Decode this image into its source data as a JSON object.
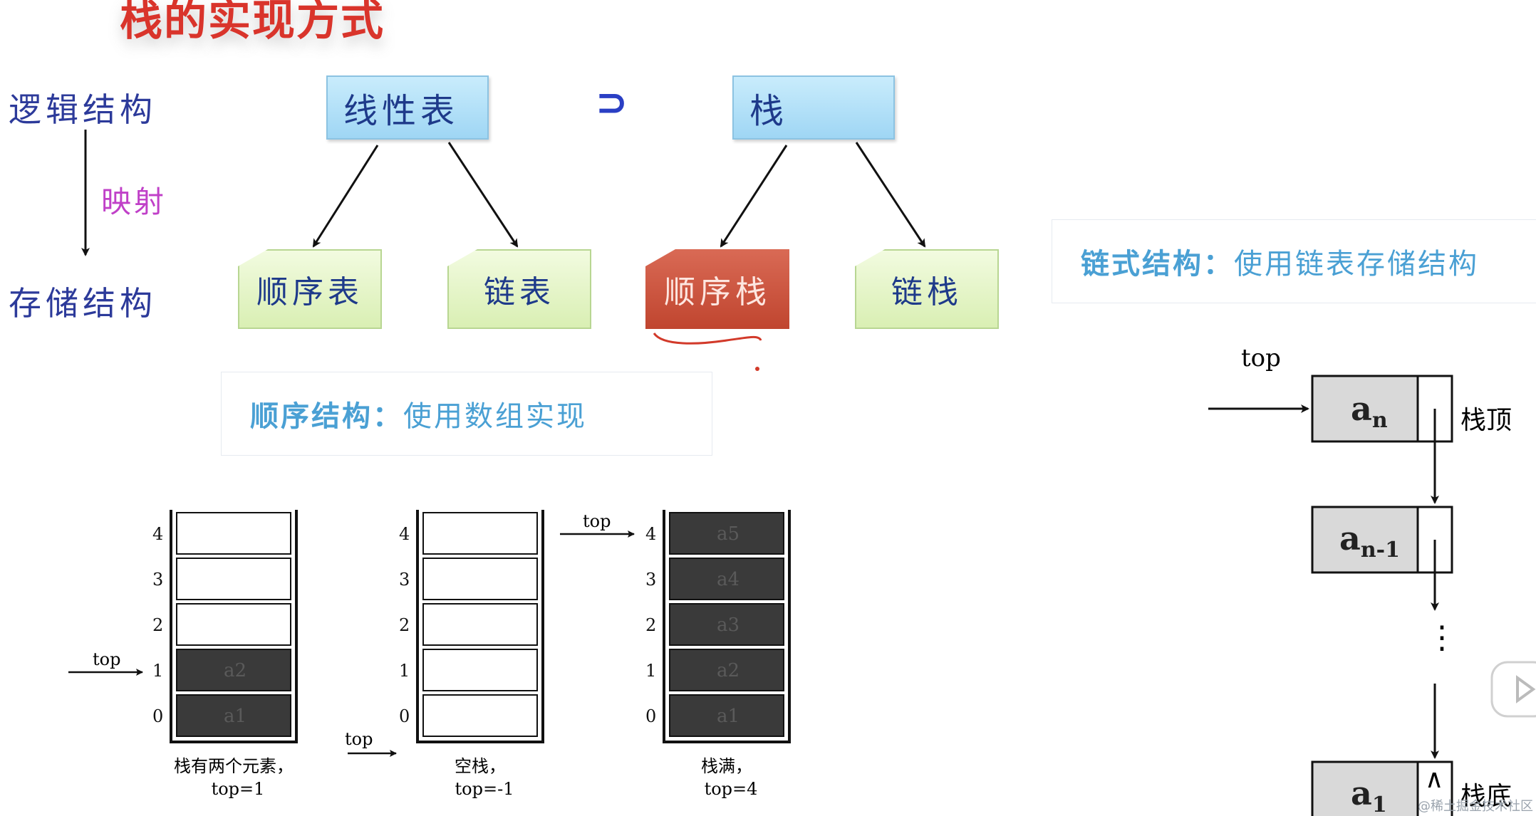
{
  "title": "栈的实现方式",
  "left_labels": {
    "logical": "逻辑结构",
    "mapping": "映射",
    "storage": "存储结构"
  },
  "top_boxes": {
    "linear_list": "线性表",
    "superset_symbol": "⊃",
    "stack": "栈"
  },
  "bottom_boxes": {
    "seq_list": "顺序表",
    "linked_list": "链表",
    "seq_stack": "顺序栈",
    "linked_stack": "链栈"
  },
  "notes": {
    "sequential": {
      "key": "顺序结构：",
      "value": "使用数组实现"
    },
    "linked": {
      "key": "链式结构：",
      "value": "使用链表存储结构"
    }
  },
  "seq_figure": {
    "indices": [
      "4",
      "3",
      "2",
      "1",
      "0"
    ],
    "top_label": "top",
    "stacks": [
      {
        "cells": [
          "",
          "",
          "",
          "a2",
          "a1"
        ],
        "caption1": "栈有两个元素，",
        "caption2": "top=1"
      },
      {
        "cells": [
          "",
          "",
          "",
          "",
          ""
        ],
        "caption1": "空栈，",
        "caption2": "top=-1"
      },
      {
        "cells": [
          "a5",
          "a4",
          "a3",
          "a2",
          "a1"
        ],
        "caption1": "栈满，",
        "caption2": "top=4"
      }
    ]
  },
  "linked_figure": {
    "top_label": "top",
    "nodes": [
      "an",
      "an-1",
      "a1"
    ],
    "null_symbol": "∧",
    "top_label_right": "栈顶",
    "bottom_label_right": "栈底",
    "ellipsis": "⋮"
  },
  "watermark": "@稀土掘金技术社区"
}
